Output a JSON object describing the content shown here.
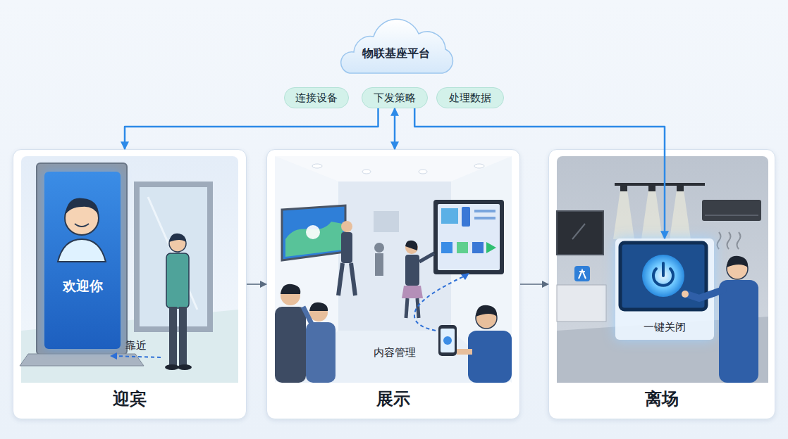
{
  "diagram": {
    "nodes": [
      {
        "text": [
          "物联基座平台"
        ]
      },
      {
        "text": [
          "连接设备"
        ]
      },
      {
        "text": [
          "下发策略"
        ]
      },
      {
        "text": [
          "处理数据"
        ]
      },
      {
        "text": [
          "迎宾"
        ]
      },
      {
        "text": [
          "欢迎你"
        ],
        "in": 4
      },
      {
        "text": [
          "展示"
        ]
      },
      {
        "text": [
          "离场"
        ]
      },
      {
        "text": [
          "一键关闭"
        ],
        "in": 7
      }
    ],
    "edges": [
      {
        "from": 2,
        "to": 4,
        "arrow": "to"
      },
      {
        "from": 2,
        "to": 6,
        "arrow": "both"
      },
      {
        "from": 2,
        "to": 8,
        "arrow": "to"
      },
      {
        "from": 4,
        "to": 6,
        "arrow": "to"
      },
      {
        "from": 6,
        "to": 7,
        "arrow": "to"
      }
    ],
    "labels": [
      "靠近",
      "内容管理"
    ]
  }
}
